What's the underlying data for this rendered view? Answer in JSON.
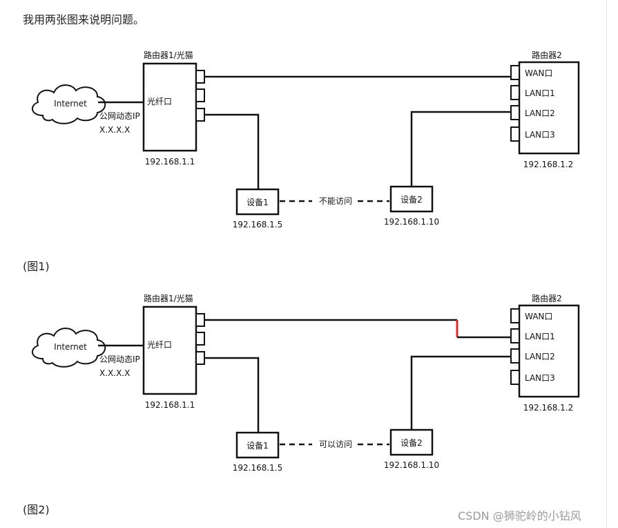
{
  "intro_text": "我用两张图来说明问题。",
  "watermark": "CSDN @狮驼岭的小钻风",
  "diagrams": [
    {
      "caption": "(图1)",
      "router1_title": "路由器1/光猫",
      "router1_port": "光纤口",
      "router1_ip": "192.168.1.1",
      "internet_label": "Internet",
      "public_ip_label": "公网动态IP",
      "public_ip_value": "X.X.X.X",
      "router2_title": "路由器2",
      "router2_ports": [
        "WAN口",
        "LAN口1",
        "LAN口2",
        "LAN口3"
      ],
      "router2_ip": "192.168.1.2",
      "device1_label": "设备1",
      "device1_ip": "192.168.1.5",
      "device2_label": "设备2",
      "device2_ip": "192.168.1.10",
      "link_status": "不能访问",
      "link_color": "#e8403a"
    },
    {
      "caption": "(图2)",
      "router1_title": "路由器1/光猫",
      "router1_port": "光纤口",
      "router1_ip": "192.168.1.1",
      "internet_label": "Internet",
      "public_ip_label": "公网动态IP",
      "public_ip_value": "X.X.X.X",
      "router2_title": "路由器2",
      "router2_ports": [
        "WAN口",
        "LAN口1",
        "LAN口2",
        "LAN口3"
      ],
      "router2_ip": "192.168.1.2",
      "device1_label": "设备1",
      "device1_ip": "192.168.1.5",
      "device2_label": "设备2",
      "device2_ip": "192.168.1.10",
      "link_status": "可以访问",
      "link_color": "#3cb05a",
      "highlight_color": "#e0282a"
    }
  ]
}
